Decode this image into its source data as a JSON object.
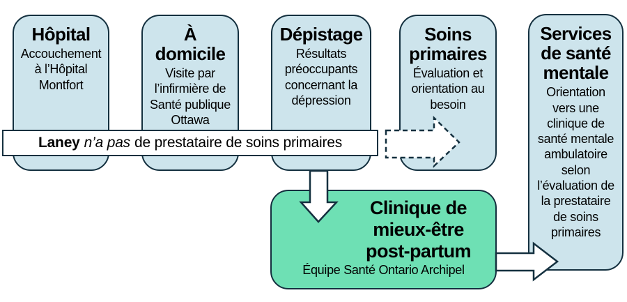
{
  "colors": {
    "box_fill": "#cde4ec",
    "green_fill": "#6ee0b4",
    "border": "#14303f",
    "banner_fill": "#ffffff",
    "text": "#000000"
  },
  "stages": [
    {
      "id": "hopital",
      "title": "Hôpital",
      "body": "Accouchement\nà l’Hôpital\nMontfort"
    },
    {
      "id": "a-domicile",
      "title": "À\ndomicile",
      "body": "Visite par\nl’infirmière de\nSanté publique\nOttawa"
    },
    {
      "id": "depistage",
      "title": "Dépistage",
      "body": "Résultats\npréoccupants\nconcernant la\ndépression"
    },
    {
      "id": "soins-primaires",
      "title": "Soins\nprimaires",
      "body": "Évaluation et\norientation au\nbesoin"
    },
    {
      "id": "services-sante-mentale",
      "title": "Services\nde santé\nmentale",
      "body": "Orientation\nvers une\nclinique de\nsanté mentale\nambulatoire\nselon\nl’évaluation de\nla prestataire\nde soins\nprimaires"
    }
  ],
  "banner": {
    "name": "Laney",
    "italic": "n’a pas",
    "rest": "de prestataire de soins primaires"
  },
  "clinic": {
    "title": "Clinique de\nmieux-être\npost-partum",
    "subtitle": "Équipe Santé Ontario Archipel"
  },
  "arrows": {
    "primary_care_referral": "dashed-right-arrow",
    "screening_to_clinic": "down-arrow",
    "clinic_to_mental_health": "right-arrow"
  }
}
